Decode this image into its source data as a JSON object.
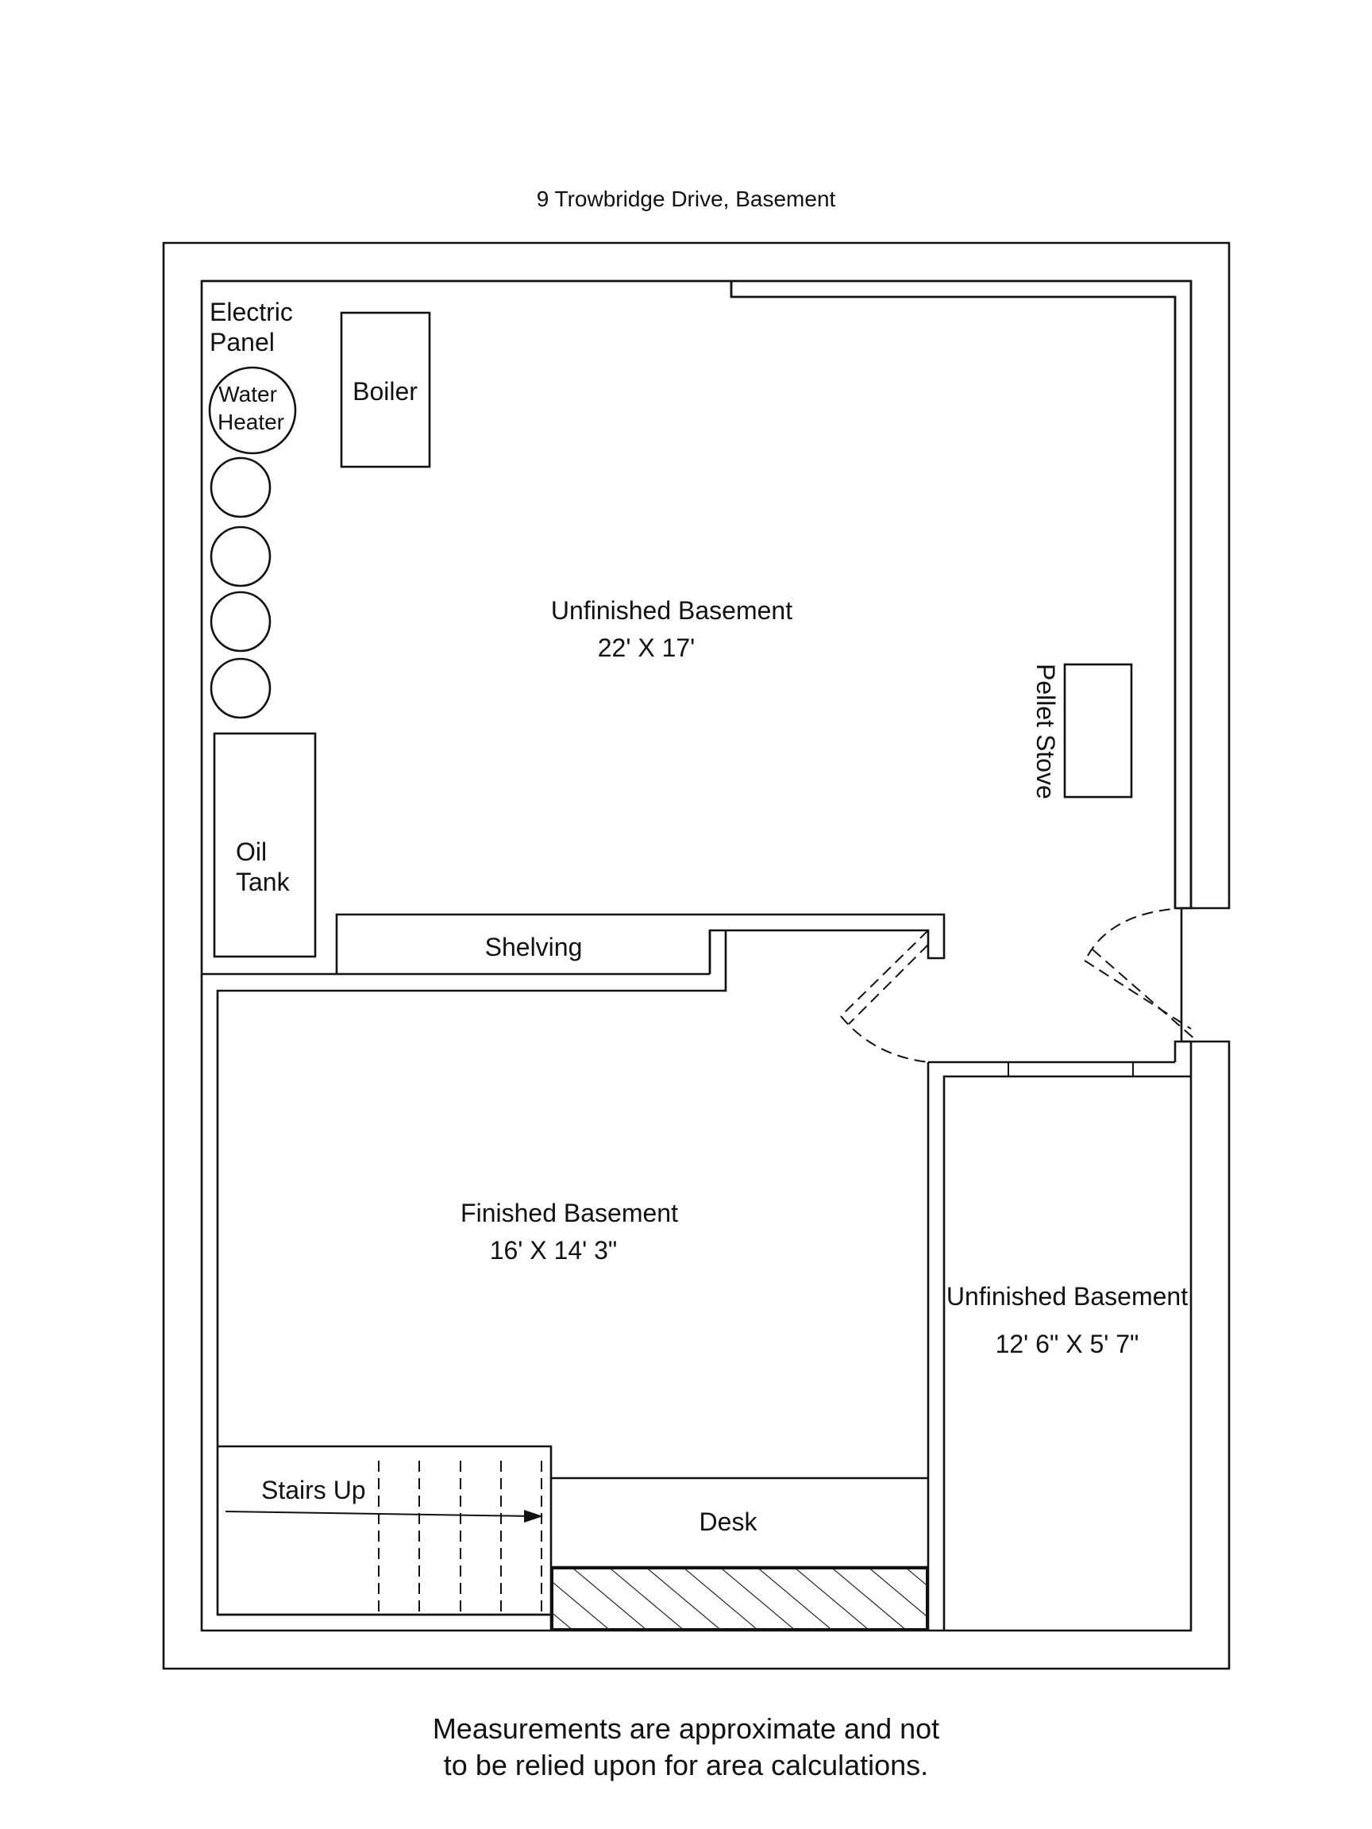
{
  "title": "9 Trowbridge Drive, Basement",
  "rooms": [
    {
      "name": "Unfinished Basement",
      "dimensions": "22' X 17'"
    },
    {
      "name": "Finished Basement",
      "dimensions": "16' X 14' 3\""
    },
    {
      "name": "Unfinished Basement",
      "dimensions": "12' 6\" X 5' 7\""
    }
  ],
  "fixtures": {
    "electric_panel": [
      "Electric",
      "Panel"
    ],
    "water_heater": [
      "Water",
      "Heater"
    ],
    "boiler": "Boiler",
    "oil_tank": [
      "Oil",
      "Tank"
    ],
    "shelving": "Shelving",
    "pellet_stove": "Pellet Stove",
    "stairs": "Stairs Up",
    "desk": "Desk"
  },
  "disclaimer": [
    "Measurements are approximate and not",
    "to be relied upon for area calculations."
  ]
}
